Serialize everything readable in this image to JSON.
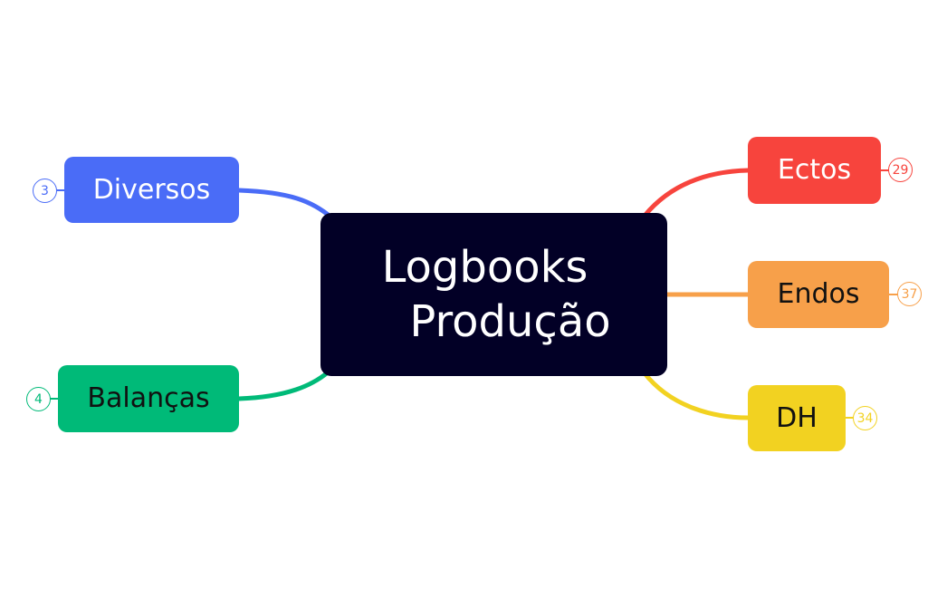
{
  "mindmap": {
    "root": {
      "title_line_1": "Logbooks",
      "title_line_2": "Produção",
      "color": "#020026",
      "text_color": "#ffffff"
    },
    "branches": [
      {
        "id": "diversos",
        "label": "Diversos",
        "count": "3",
        "color": "#4A6CF7",
        "text_color": "#ffffff"
      },
      {
        "id": "balancas",
        "label": "Balanças",
        "count": "4",
        "color": "#00BA78",
        "text_color": "#111111"
      },
      {
        "id": "ectos",
        "label": "Ectos",
        "count": "29",
        "color": "#F7443D",
        "text_color": "#ffffff"
      },
      {
        "id": "endos",
        "label": "Endos",
        "count": "37",
        "color": "#F7A04A",
        "text_color": "#111111"
      },
      {
        "id": "dh",
        "label": "DH",
        "count": "34",
        "color": "#F2D221",
        "text_color": "#111111"
      }
    ]
  }
}
